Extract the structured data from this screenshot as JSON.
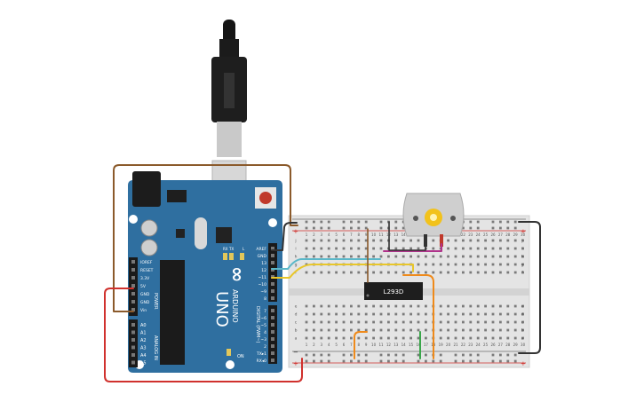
{
  "arduino": {
    "logo": "UNO",
    "brand": "ARDUINO",
    "power_header_title": "POWER",
    "analog_header_title": "ANALOG IN",
    "digital_header_title": "DIGITAL (PWM~)",
    "power_pins": [
      "IOREF",
      "RESET",
      "3.3V",
      "5V",
      "GND",
      "GND",
      "Vin"
    ],
    "analog_pins": [
      "A0",
      "A1",
      "A2",
      "A3",
      "A4",
      "A5"
    ],
    "digital_pins_top": [
      "AREF",
      "GND",
      "13",
      "12",
      "~11",
      "~10",
      "~9",
      "8"
    ],
    "digital_pins_bottom": [
      "7",
      "~6",
      "~5",
      "4",
      "~3",
      "2",
      "TX▸1",
      "RX◂0"
    ],
    "led_labels": [
      "L",
      "TX",
      "RX"
    ],
    "on_label": "ON"
  },
  "breadboard": {
    "row_letters_top": [
      "j",
      "i",
      "h",
      "g",
      "f"
    ],
    "row_letters_bottom": [
      "e",
      "d",
      "c",
      "b",
      "a"
    ],
    "column_numbers": [
      "1",
      "2",
      "3",
      "4",
      "5",
      "6",
      "7",
      "8",
      "9",
      "10",
      "11",
      "12",
      "13",
      "14",
      "15",
      "16",
      "17",
      "18",
      "19",
      "20",
      "21",
      "22",
      "23",
      "24",
      "25",
      "26",
      "27",
      "28",
      "29",
      "30"
    ],
    "plus_sign": "+",
    "minus_sign": "−"
  },
  "chip": {
    "label": "L293D"
  },
  "colors": {
    "board": "#2f6fa0",
    "brown_wire": "#8b5a2b",
    "red_wire": "#d0312d",
    "black_wire": "#333333",
    "cyan_wire": "#5bb8c9",
    "yellow_wire": "#e8c62a",
    "orange_wire": "#ef8a1a",
    "green_wire": "#3aa64a",
    "magenta_wire": "#b0338b",
    "motor_gear": "#f2c21b"
  }
}
